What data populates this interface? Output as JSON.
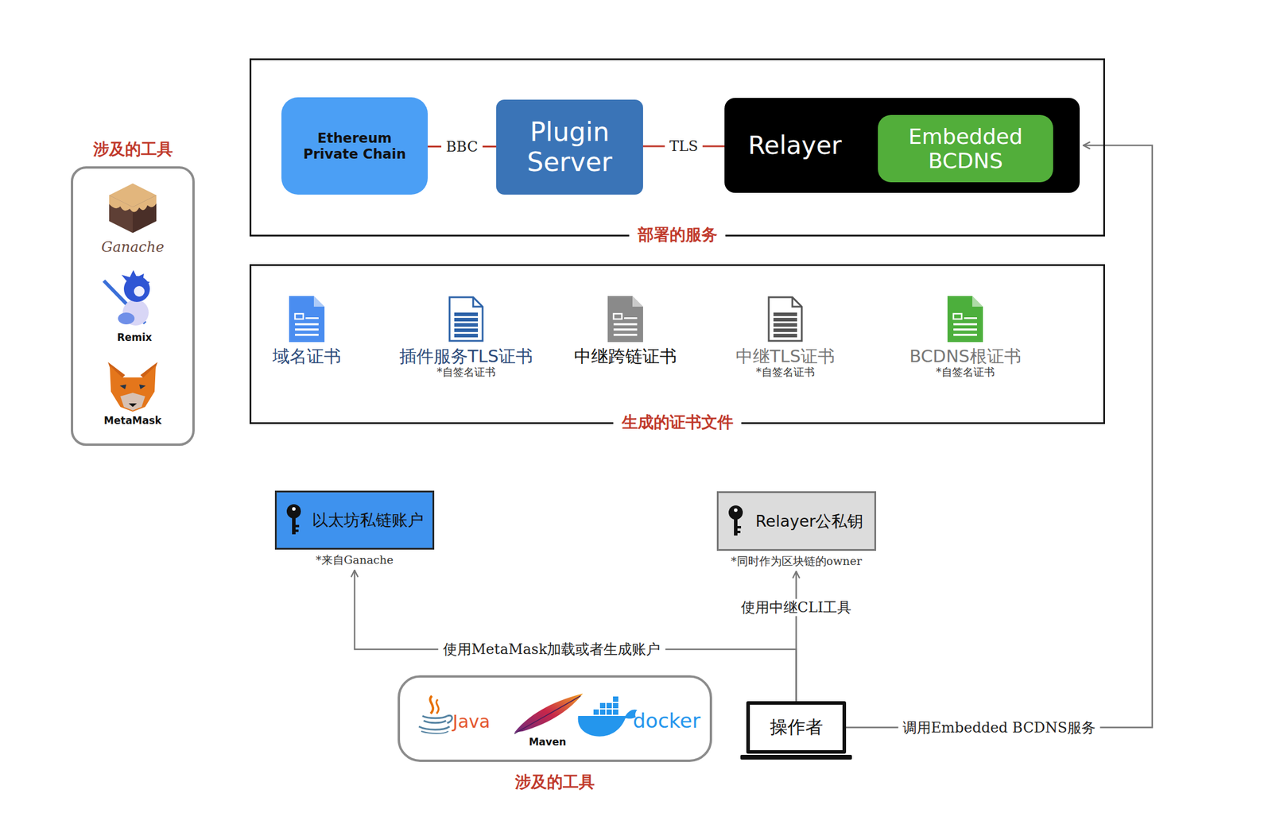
{
  "diagram": {
    "nodes": [
      {
        "text": [
          "涉及的工具"
        ]
      },
      {
        "text": [
          "部署的服务"
        ]
      },
      {
        "text": [
          "Ethereum Private Chain"
        ],
        "in": 1
      },
      {
        "text": [
          "Plugin Server"
        ],
        "in": 1
      },
      {
        "text": [
          "Relayer"
        ],
        "in": 1
      },
      {
        "text": [
          "Embedded BCDNS"
        ],
        "in": 4
      },
      {
        "text": [
          "生成的证书文件"
        ]
      },
      {
        "text": [
          "域名证书"
        ],
        "in": 6
      },
      {
        "text": [
          "插件服务TLS证书",
          "*自签名证书"
        ],
        "in": 6
      },
      {
        "text": [
          "中继跨链证书"
        ],
        "in": 6
      },
      {
        "text": [
          "中继TLS证书",
          "*自签名证书"
        ],
        "in": 6
      },
      {
        "text": [
          "BCDNS根证书",
          "*自签名证书"
        ],
        "in": 6
      },
      {
        "text": [
          "以太坊私链账户",
          "*来自Ganache"
        ]
      },
      {
        "text": [
          "Relayer公私钥",
          "*同时作为区块链的owner"
        ]
      },
      {
        "text": [
          "涉及的工具"
        ]
      },
      {
        "text": [
          "操作者"
        ]
      }
    ],
    "edges": [
      {
        "from": 2,
        "to": 3,
        "label": "BBC",
        "arrow": "none"
      },
      {
        "from": 3,
        "to": 4,
        "label": "TLS",
        "arrow": "none"
      },
      {
        "from": 15,
        "to": 12,
        "label": "使用MetaMask加载或者生成账户",
        "arrow": "to"
      },
      {
        "from": 15,
        "to": 13,
        "label": "使用中继CLI工具",
        "arrow": "to"
      },
      {
        "from": 15,
        "to": 4,
        "label": "调用Embedded BCDNS服务",
        "arrow": "to"
      }
    ],
    "labels": [
      "Ganache",
      "Remix",
      "MetaMask",
      "Java",
      "Maven",
      "docker"
    ]
  }
}
